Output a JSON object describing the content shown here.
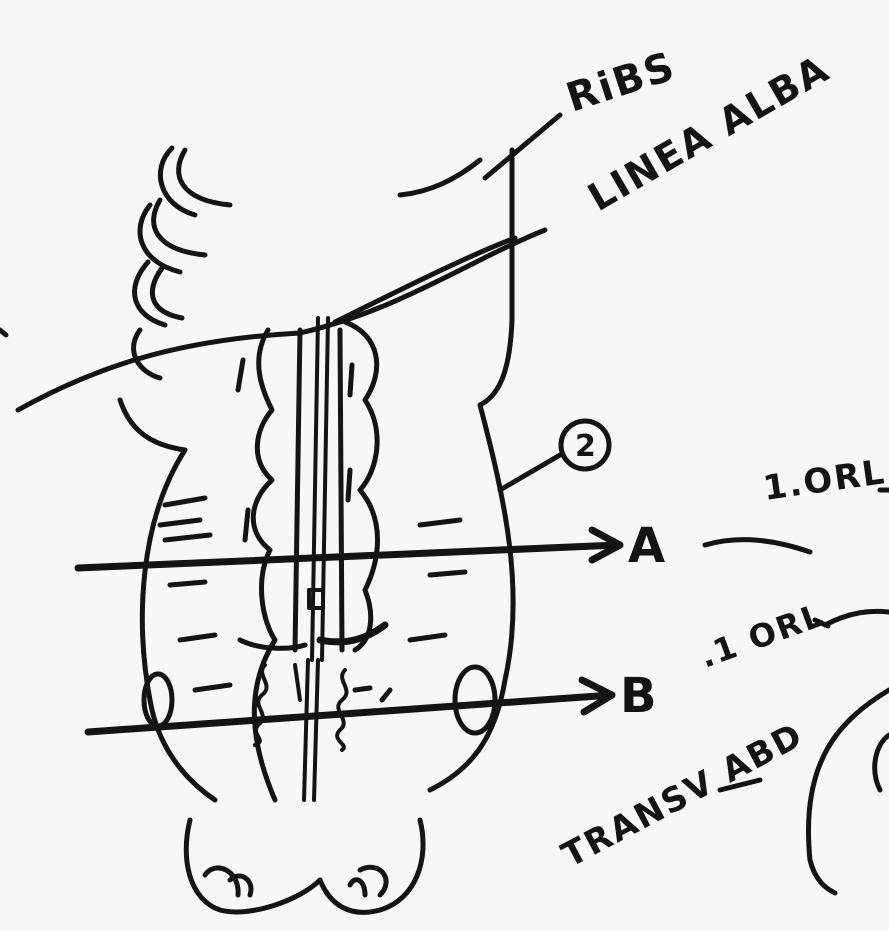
{
  "labels": {
    "ribs": "RiBS",
    "linea_alba": "LINEA ALBA",
    "circled_number": "2",
    "arrow_a": "A",
    "arrow_b": "B",
    "label_1_orl": "1.ORL",
    "label_1_orl_b": ".1 ORL",
    "transv_abd": "TRANSV ABD"
  },
  "colors": {
    "paper": "#f7f7f8",
    "ink": "#141414"
  }
}
